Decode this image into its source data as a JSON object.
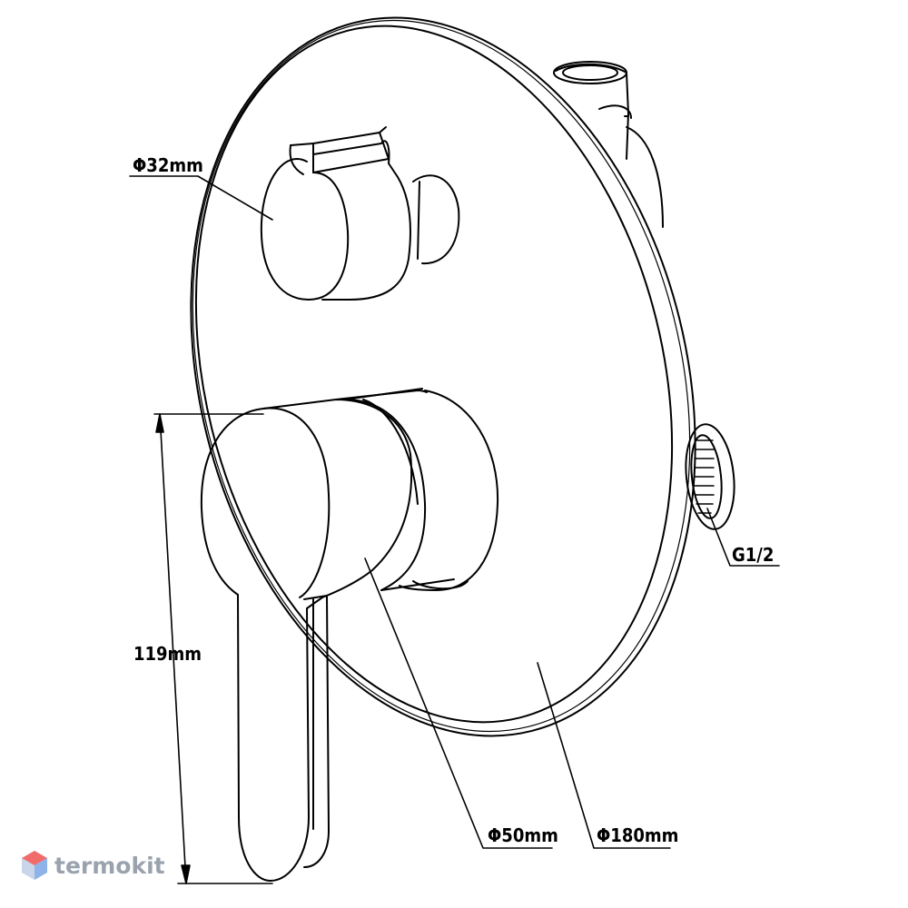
{
  "drawing": {
    "labels": {
      "handle_diameter": "Φ32mm",
      "lever_height": "119mm",
      "escutcheon_center": "Φ50mm",
      "plate_diameter": "Φ180mm",
      "thread": "G1/2"
    },
    "line_color": "#000000"
  },
  "watermark": {
    "text": "termokit",
    "color": "#9aa3ad",
    "logo_colors": [
      "#f26b6b",
      "#8fb3e8",
      "#c9d6ea"
    ]
  }
}
